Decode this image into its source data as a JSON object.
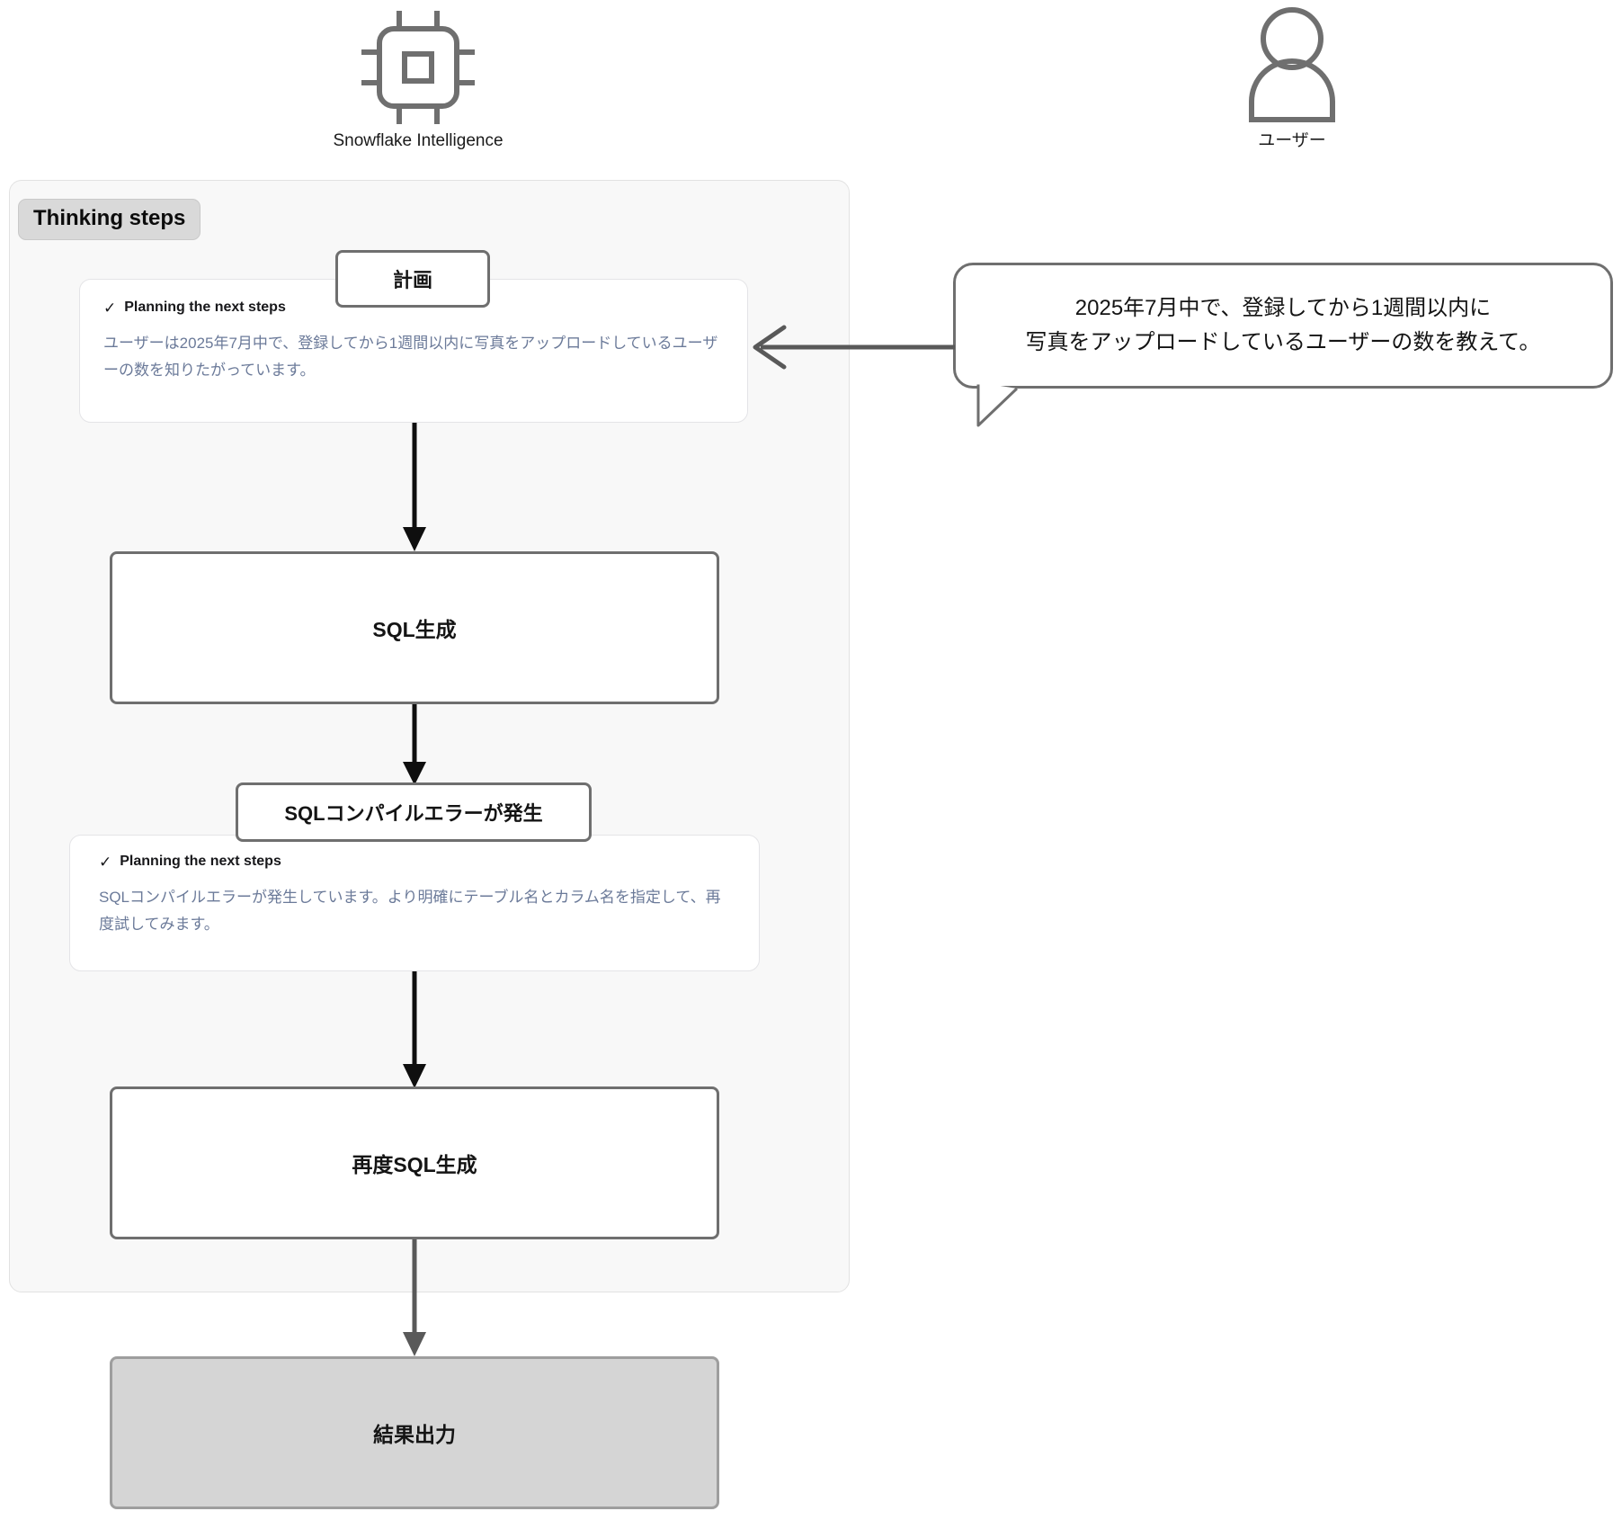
{
  "actors": [
    {
      "id": "snowflake-intelligence",
      "label": "Snowflake Intelligence",
      "icon": "cpu-chip-icon"
    },
    {
      "id": "user",
      "label": "ユーザー",
      "icon": "user-avatar-icon"
    }
  ],
  "panel": {
    "badge": "Thinking steps"
  },
  "cards": [
    {
      "id": "planning-card-1",
      "check_icon": "✓",
      "heading": "Planning the next steps",
      "body": "ユーザーは2025年7月中で、登録してから1週間以内に写真をアップロードしているユーザーの数を知りたがっています。"
    },
    {
      "id": "planning-card-2",
      "check_icon": "✓",
      "heading": "Planning the next steps",
      "body": "SQLコンパイルエラーが発生しています。より明確にテーブル名とカラム名を指定して、再度試してみます。"
    }
  ],
  "nodes": {
    "plan": "計画",
    "sql_generate": "SQL生成",
    "sql_error": "SQLコンパイルエラーが発生",
    "sql_regenerate": "再度SQL生成",
    "result_output": "結果出力"
  },
  "bubble": {
    "line1": "2025年7月中で、登録してから1週間以内に",
    "line2": "写真をアップロードしているユーザーの数を教えて。"
  },
  "colors": {
    "panel_bg": "#f8f8f8",
    "panel_border": "#e2e2e2",
    "badge_bg": "#d9d9d9",
    "box_border": "#6f6f6f",
    "filled_box_bg": "#d5d5d5",
    "filled_box_border": "#9e9e9e",
    "card_text": "#6b7a99",
    "arrow": "#595959",
    "icon_stroke": "#6f6f6f",
    "text": "#141414"
  }
}
